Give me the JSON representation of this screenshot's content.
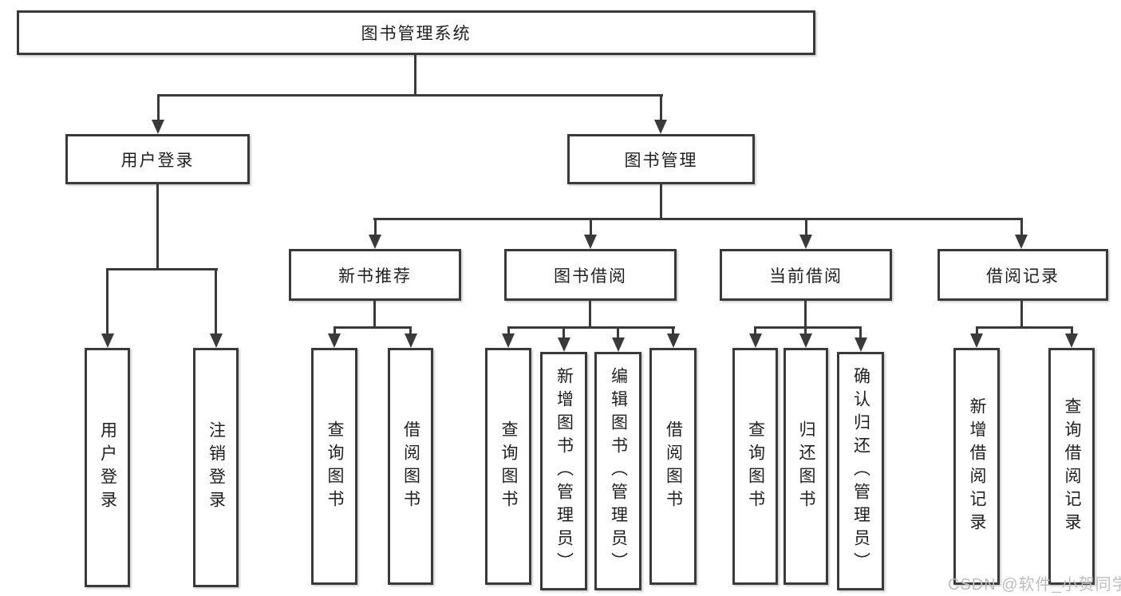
{
  "diagram": {
    "root": {
      "label": "图书管理系统"
    },
    "level2": [
      {
        "label": "用户登录"
      },
      {
        "label": "图书管理"
      }
    ],
    "level3": [
      {
        "label": "新书推荐"
      },
      {
        "label": "图书借阅"
      },
      {
        "label": "当前借阅"
      },
      {
        "label": "借阅记录"
      }
    ],
    "leaves": {
      "group_user": [
        {
          "label": "用户登录"
        },
        {
          "label": "注销登录"
        }
      ],
      "group_recommend": [
        {
          "label": "查询图书"
        },
        {
          "label": "借阅图书"
        }
      ],
      "group_borrow": [
        {
          "label": "查询图书"
        },
        {
          "label": "新增图书（管理员）"
        },
        {
          "label": "编辑图书（管理员）"
        },
        {
          "label": "借阅图书"
        }
      ],
      "group_current": [
        {
          "label": "查询图书"
        },
        {
          "label": "归还图书"
        },
        {
          "label": "确认归还（管理员）"
        }
      ],
      "group_records": [
        {
          "label": "新增借阅记录"
        },
        {
          "label": "查询借阅记录"
        }
      ]
    },
    "colors": {
      "line": "#3a3a3a",
      "text": "#1f1f1f",
      "background": "#ffffff"
    }
  },
  "watermark": {
    "text": "CSDN @软件_小贺同学",
    "color": "#bdbdbd"
  }
}
